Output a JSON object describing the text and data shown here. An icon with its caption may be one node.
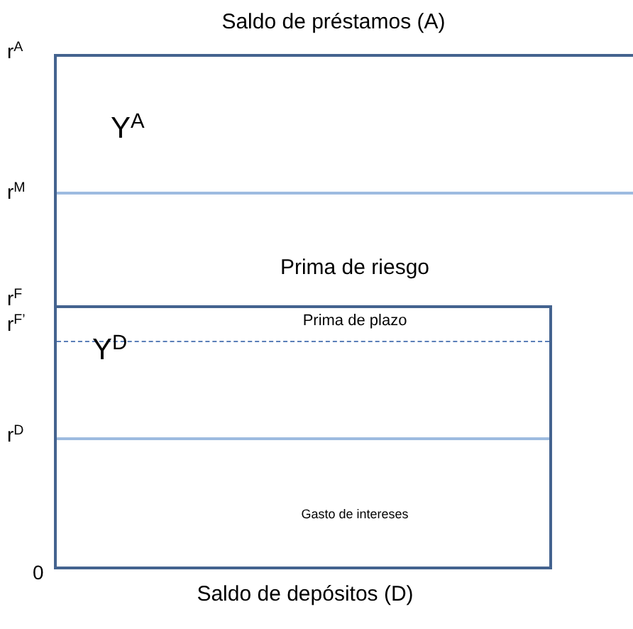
{
  "diagram": {
    "nodes": [
      {
        "text": [
          "Saldo de préstamos (A)",
          "Y$^{A}$",
          "Prima de riesgo"
        ]
      },
      {
        "text": [
          "Prima de plazo",
          "Y$^{D}$",
          "Gasto de intereses",
          "Saldo de depósitos (D)"
        ]
      }
    ],
    "labels": [
      "r$^{A}$",
      "r$^{M}$",
      "r$^{F}$",
      "r$^{F’}$",
      "r$^{D}$",
      "0"
    ]
  }
}
